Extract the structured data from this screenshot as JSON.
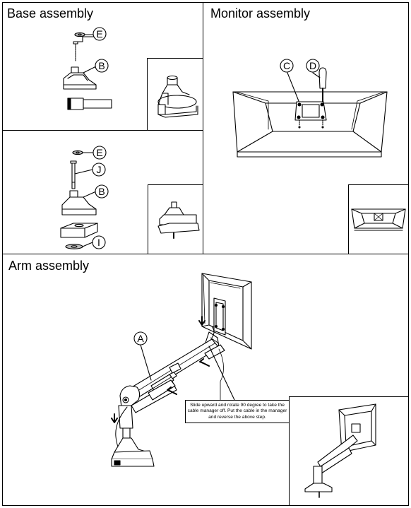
{
  "sections": {
    "base": {
      "title": "Base assembly"
    },
    "monitor": {
      "title": "Monitor assembly"
    },
    "arm": {
      "title": "Arm assembly"
    }
  },
  "callouts": {
    "a": "A",
    "b": "B",
    "c": "C",
    "d": "D",
    "e": "E",
    "i": "I",
    "j": "J"
  },
  "arm_note": "Slide upward and rotate 90 degree to take the cable manager off. Put the cable in the manager and reverse the above step."
}
